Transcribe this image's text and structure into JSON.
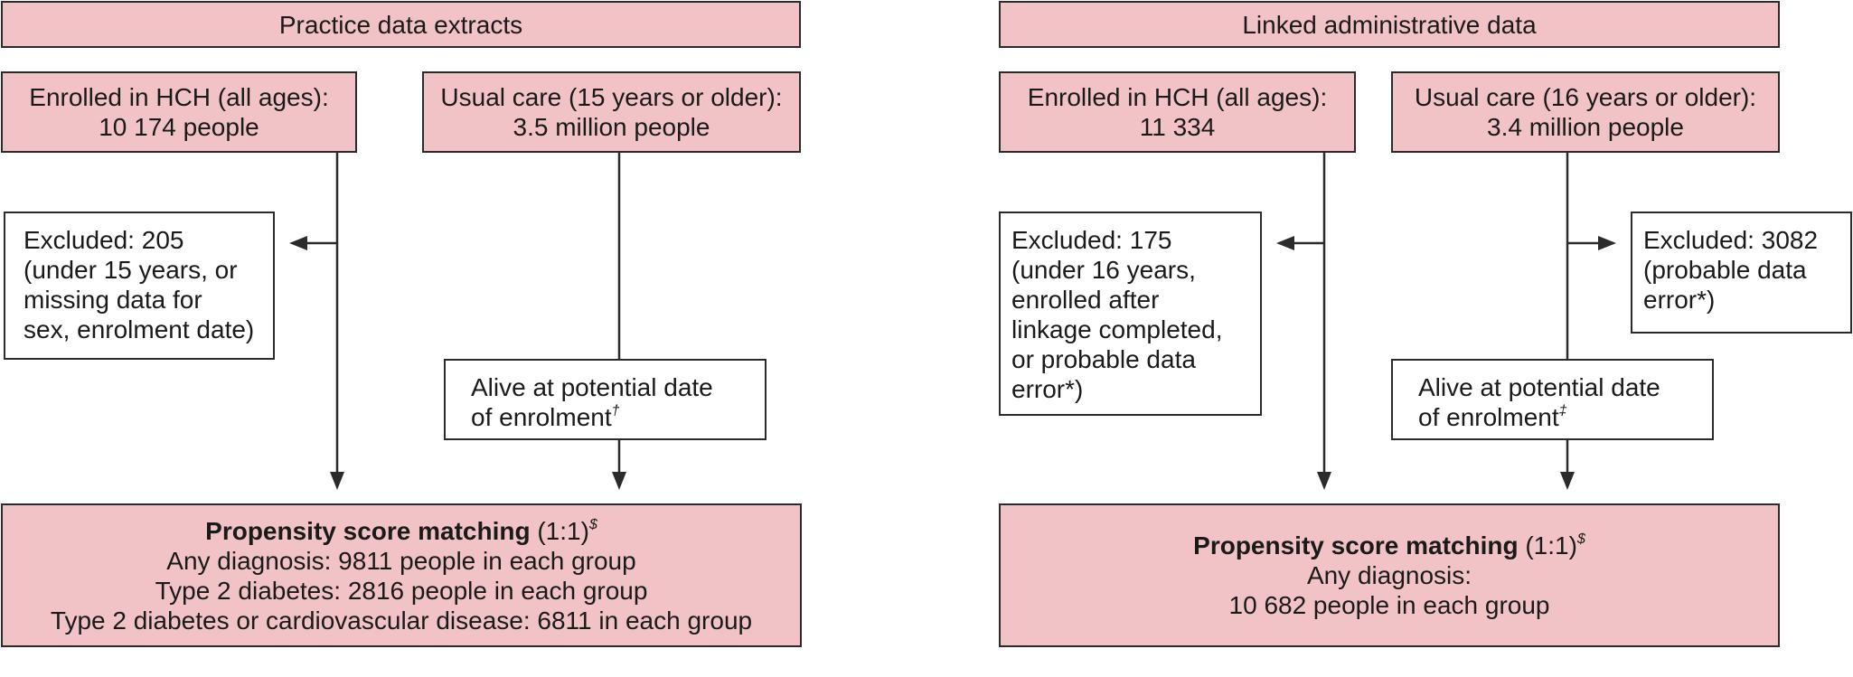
{
  "left_panel": {
    "header": "Practice data extracts",
    "enrolled": {
      "line1": "Enrolled in HCH (all ages):",
      "line2": "10 174 people"
    },
    "usual_care": {
      "line1": "Usual care (15 years or older):",
      "line2": "3.5 million people"
    },
    "excluded": {
      "lines": [
        "Excluded: 205",
        "(under 15 years, or",
        "missing data for",
        "sex, enrolment date)"
      ]
    },
    "alive": {
      "line1": "Alive at potential date",
      "line2": "of enrolment",
      "mark": "†"
    },
    "matching": {
      "title_bold": "Propensity score matching",
      "title_ratio": " (1:1)",
      "title_mark": "$",
      "lines": [
        "Any diagnosis: 9811 people in each group",
        "Type 2 diabetes: 2816 people in each group",
        "Type 2 diabetes or cardiovascular disease: 6811 in each group"
      ]
    }
  },
  "right_panel": {
    "header": "Linked administrative data",
    "enrolled": {
      "line1": "Enrolled in HCH (all ages):",
      "line2": "11 334"
    },
    "usual_care": {
      "line1": "Usual care (16 years or older):",
      "line2": "3.4 million people"
    },
    "excluded_enrolled": {
      "lines": [
        "Excluded: 175",
        "(under 16 years,",
        "enrolled after",
        "linkage completed,",
        "or probable data",
        "error*)"
      ]
    },
    "excluded_usual": {
      "lines": [
        "Excluded: 3082",
        "(probable data",
        "error*)"
      ]
    },
    "alive": {
      "line1": "Alive at potential date",
      "line2": "of enrolment",
      "mark": "‡"
    },
    "matching": {
      "title_bold": "Propensity score matching",
      "title_ratio": " (1:1)",
      "title_mark": "$",
      "lines": [
        "Any diagnosis:",
        "10 682 people in each group"
      ]
    }
  },
  "colors": {
    "box_fill": "#f2c3c6",
    "line": "#2b2b2b"
  }
}
